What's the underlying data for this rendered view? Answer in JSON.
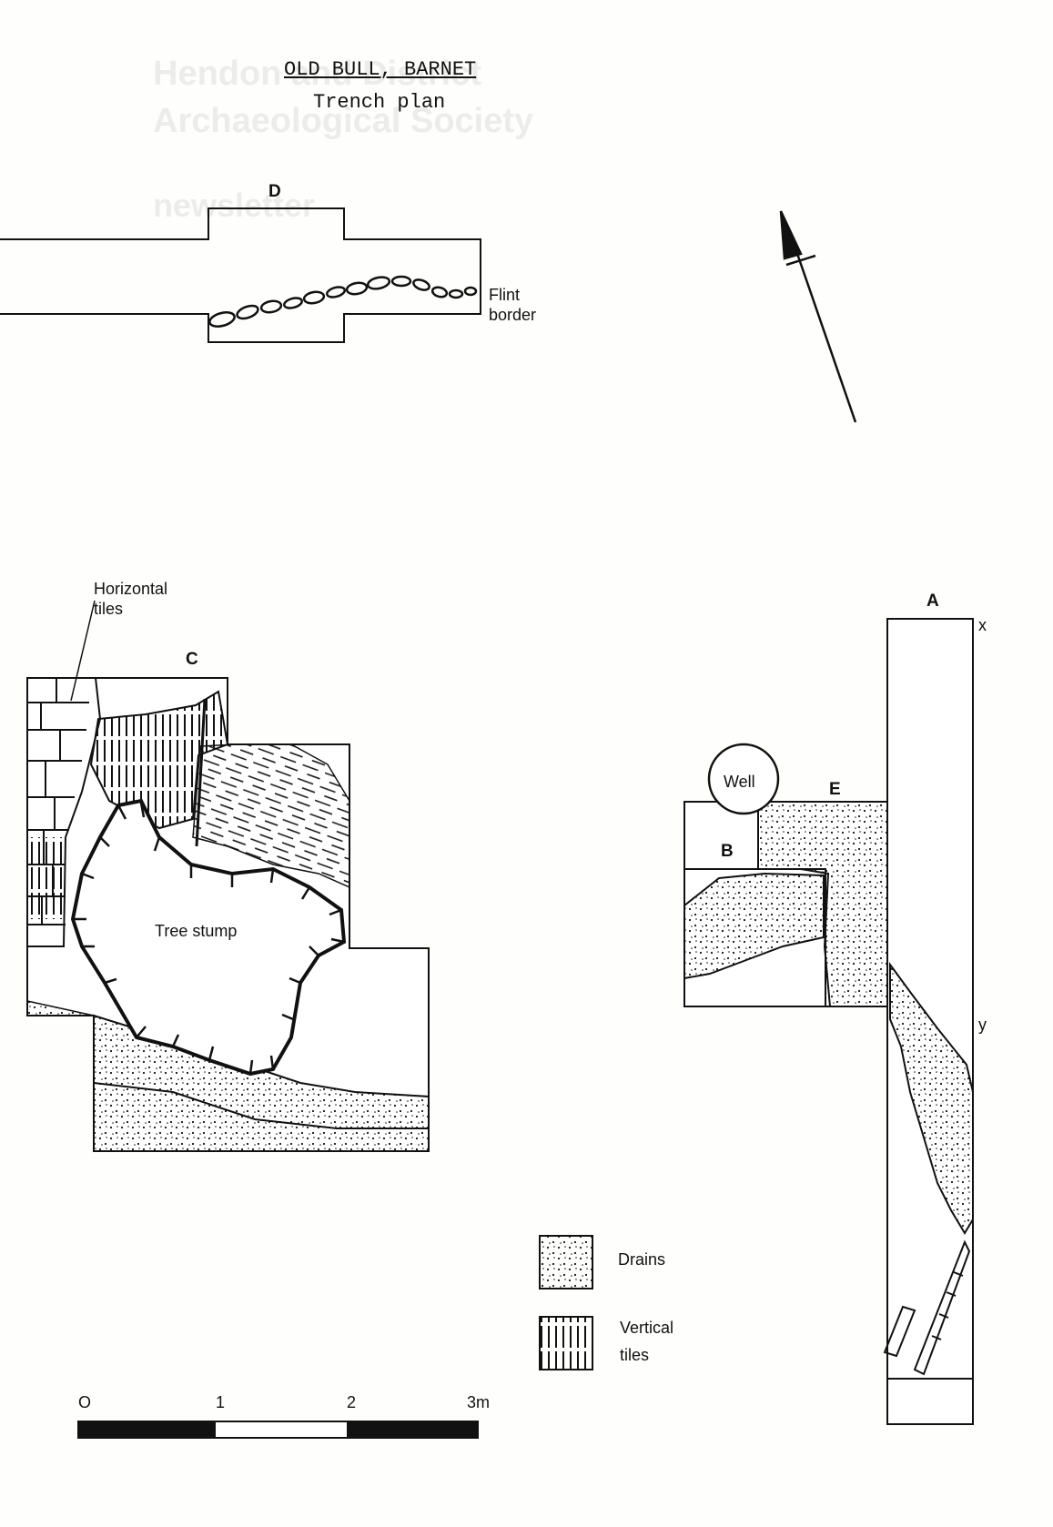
{
  "header": {
    "title": "OLD BULL, BARNET",
    "subtitle": "Trench plan"
  },
  "trenches": {
    "a": "A",
    "b": "B",
    "c": "C",
    "d": "D",
    "e": "E"
  },
  "features": {
    "flint_border": [
      "Flint",
      "border"
    ],
    "horizontal_tiles": [
      "Horizontal",
      "tiles"
    ],
    "well": "Well",
    "tree_stump": "Tree stump",
    "x_marker": "x",
    "y_marker": "y"
  },
  "legend": {
    "drains": "Drains",
    "vertical_tiles": [
      "Vertical",
      "tiles"
    ]
  },
  "scale_bar": {
    "ticks": [
      "O",
      "1",
      "2",
      "3m"
    ]
  },
  "ghost_text": {
    "logo_line1": "Hendon and District",
    "logo_line2": "Archaeological Society",
    "logo_line3": "newsletter"
  },
  "colors": {
    "ink": "#111111",
    "ghost": "#e3e3e1"
  }
}
